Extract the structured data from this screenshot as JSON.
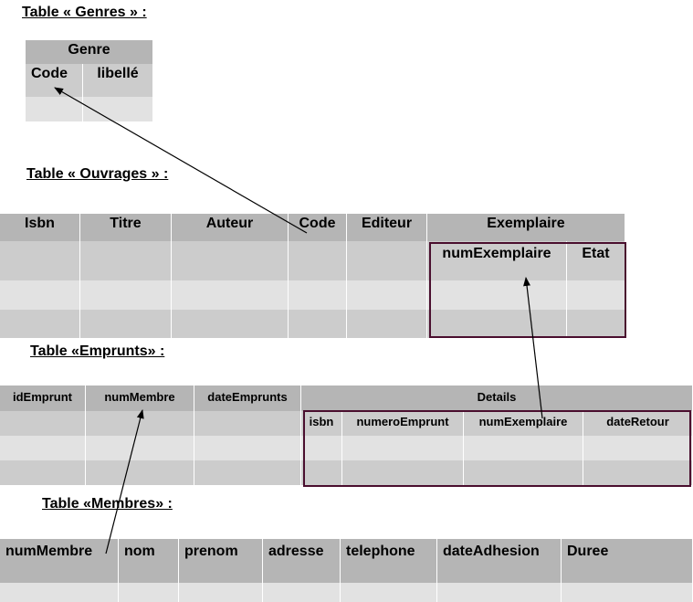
{
  "titles": {
    "genres": "Table « Genres » :",
    "ouvrages": "Table « Ouvrages » :",
    "emprunts": "Table «Emprunts» :",
    "membres": "Table «Membres» :"
  },
  "genres": {
    "header": "Genre",
    "columns": [
      "Code",
      "libellé"
    ]
  },
  "ouvrages": {
    "columns": [
      "Isbn",
      "Titre",
      "Auteur",
      "Code",
      "Editeur",
      "Exemplaire"
    ],
    "exemplaire_columns": [
      "numExemplaire",
      "Etat"
    ]
  },
  "emprunts": {
    "columns": [
      "idEmprunt",
      "numMembre",
      "dateEmprunts",
      "Details"
    ],
    "details_columns": [
      "isbn",
      "numeroEmprunt",
      "numExemplaire",
      "dateRetour"
    ]
  },
  "membres": {
    "columns": [
      "numMembre",
      "nom",
      "prenom",
      "adresse",
      "telephone",
      "dateAdhesion",
      "Duree"
    ]
  }
}
